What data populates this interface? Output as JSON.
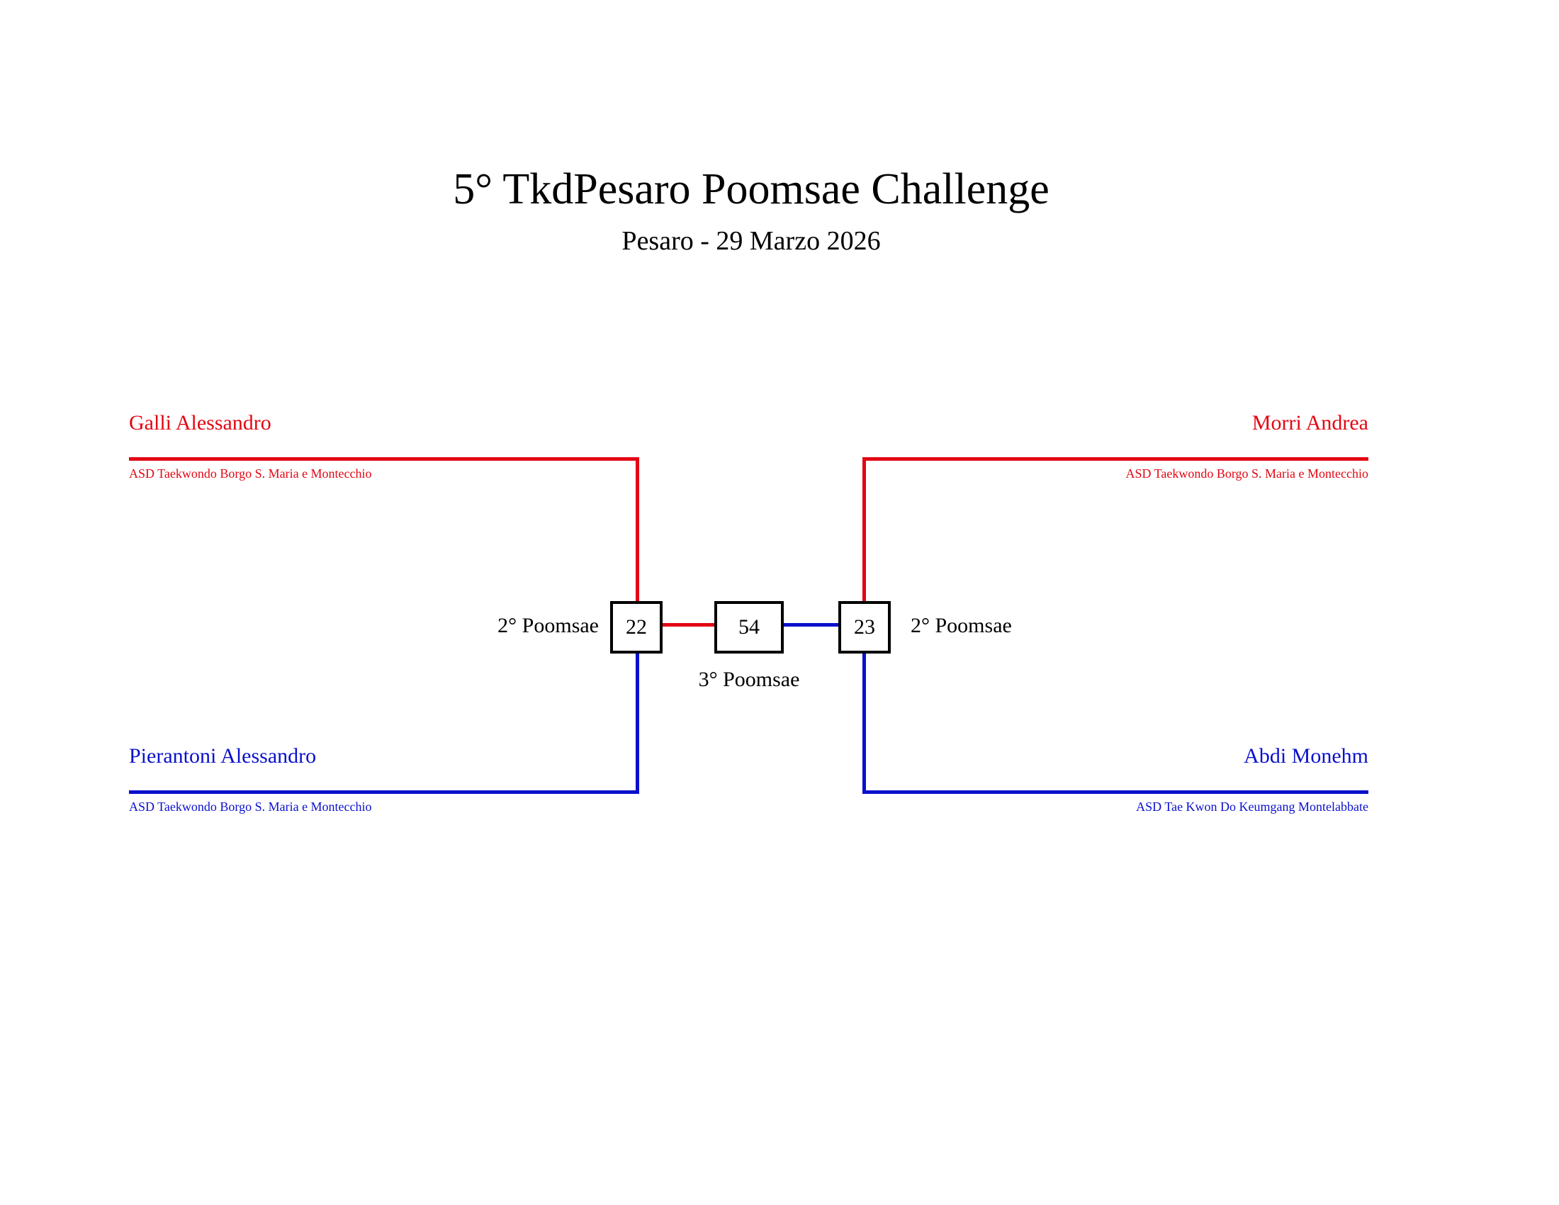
{
  "header": {
    "title": "5° TkdPesaro Poomsae Challenge",
    "subtitle": "Pesaro - 29 Marzo 2026"
  },
  "colors": {
    "red": "#e30613",
    "blue": "#0a10cc",
    "box_border": "#000000",
    "background": "#ffffff"
  },
  "matches": {
    "semifinal_left": {
      "number": "22",
      "round_label": "2° Poomsae",
      "red_athlete": {
        "name": "Galli Alessandro",
        "club": "ASD Taekwondo Borgo S. Maria e Montecchio"
      },
      "blue_athlete": {
        "name": "Pierantoni Alessandro",
        "club": "ASD Taekwondo Borgo S. Maria e Montecchio"
      }
    },
    "semifinal_right": {
      "number": "23",
      "round_label": "2° Poomsae",
      "red_athlete": {
        "name": "Morri Andrea",
        "club": "ASD Taekwondo Borgo S. Maria e Montecchio"
      },
      "blue_athlete": {
        "name": "Abdi Monehm",
        "club": "ASD Tae Kwon Do Keumgang Montelabbate"
      }
    },
    "final": {
      "number": "54",
      "round_label": "3° Poomsae"
    }
  }
}
